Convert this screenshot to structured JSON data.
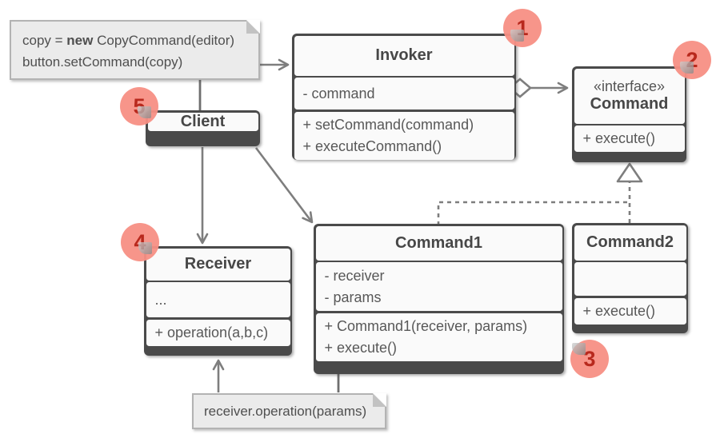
{
  "colors": {
    "frame": "#4a4a4a",
    "section_bg": "#fafafa",
    "connector": "#7e7e7e",
    "note_bg": "#ebebeb",
    "badge_salmon": "#f78f84",
    "badge_number": "#b8291d"
  },
  "notes": {
    "client_code": {
      "line1_part1": "copy = ",
      "line1_keyword": "new",
      "line1_part2": " CopyCommand(editor)",
      "line2": "button.setCommand(copy)"
    },
    "execute_code": {
      "text": "receiver.operation(params)"
    }
  },
  "classes": {
    "invoker": {
      "name": "Invoker",
      "attributes": [
        "- command"
      ],
      "methods": [
        "+ setCommand(command)",
        "+ executeCommand()"
      ]
    },
    "command_interface": {
      "stereotype": "«interface»",
      "name": "Command",
      "methods": [
        "+ execute()"
      ]
    },
    "client": {
      "name": "Client"
    },
    "receiver": {
      "name": "Receiver",
      "attributes": [
        "..."
      ],
      "methods": [
        "+ operation(a,b,c)"
      ]
    },
    "command1": {
      "name": "Command1",
      "attributes": [
        "- receiver",
        "- params"
      ],
      "methods": [
        "+ Command1(receiver, params)",
        "+ execute()"
      ]
    },
    "command2": {
      "name": "Command2",
      "methods": [
        "+ execute()"
      ]
    }
  },
  "badges": [
    {
      "label": "1"
    },
    {
      "label": "2"
    },
    {
      "label": "3"
    },
    {
      "label": "4"
    },
    {
      "label": "5"
    }
  ]
}
